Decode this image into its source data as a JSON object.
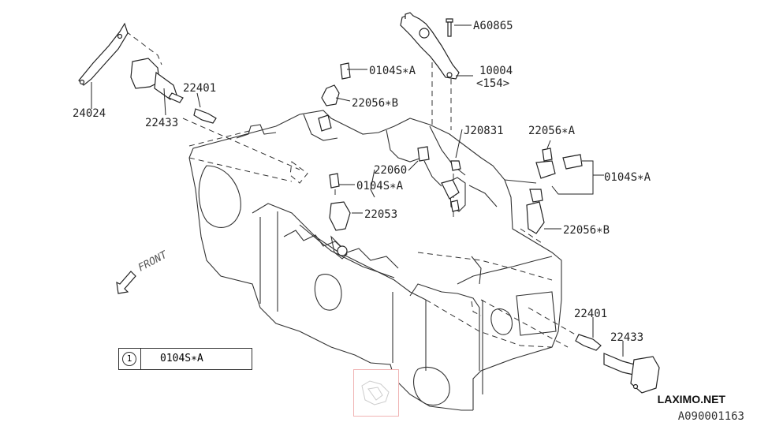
{
  "labels": {
    "a60865": "A60865",
    "p10004": "10004",
    "p10004_qty": "<154>",
    "p0104sa_top": "0104S∗A",
    "p22056b_top": "22056∗B",
    "p22401_left": "22401",
    "p24024": "24024",
    "p22433_left": "22433",
    "j20831": "J20831",
    "p22056a_right": "22056∗A",
    "p22060": "22060",
    "p0104sa_mid": "0104S∗A",
    "p0104sa_right": "0104S∗A",
    "p22053": "22053",
    "p22056b_right": "22056∗B",
    "p22401_right": "22401",
    "p22433_right": "22433",
    "front": "FRONT"
  },
  "legend": {
    "number": "1",
    "part": "0104S∗A"
  },
  "brand": "LAXIMO.NET",
  "diagram_code": "A090001163"
}
